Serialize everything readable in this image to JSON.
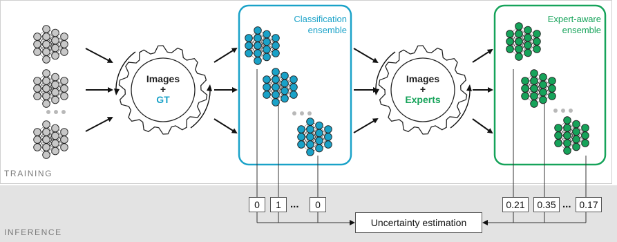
{
  "sections": {
    "training": "TRAINING",
    "inference": "INFERENCE"
  },
  "left_gear": {
    "line1": "Images",
    "plus": "+",
    "line2": "GT"
  },
  "right_gear": {
    "line1": "Images",
    "plus": "+",
    "line2": "Experts"
  },
  "classification_box": {
    "title_line1": "Classification",
    "title_line2": "ensemble"
  },
  "expert_box": {
    "title_line1": "Expert-aware",
    "title_line2": "ensemble"
  },
  "classification_outputs": [
    "0",
    "1",
    "0"
  ],
  "expert_outputs": [
    "0.21",
    "0.35",
    "0.17"
  ],
  "ellipsis": "...",
  "uncertainty_label": "Uncertainty estimation",
  "colors": {
    "classification_accent": "#1aa2c8",
    "expert_accent": "#16a35a",
    "untrained_node": "#c8c8c8",
    "inference_band": "#e3e3e3"
  }
}
